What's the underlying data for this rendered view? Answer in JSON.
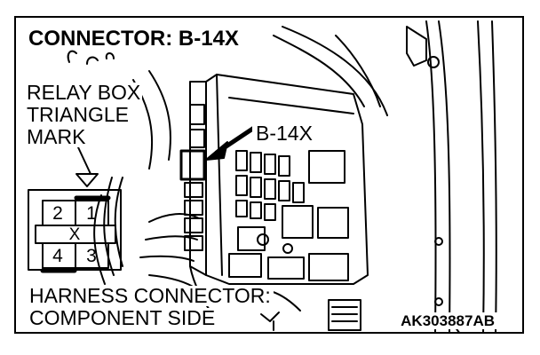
{
  "diagram": {
    "title": "CONNECTOR: B-14X",
    "relay_label_lines": [
      "RELAY BOX",
      "TRIANGLE",
      "MARK"
    ],
    "callout_label": "B-14X",
    "harness_label_lines": [
      "HARNESS CONNECTOR:",
      "COMPONENT SIDE"
    ],
    "drawing_code": "AK303887AB",
    "connector": {
      "pins_top": [
        "2",
        "1"
      ],
      "center_mark": "X",
      "pins_bottom": [
        "4",
        "3"
      ]
    }
  }
}
